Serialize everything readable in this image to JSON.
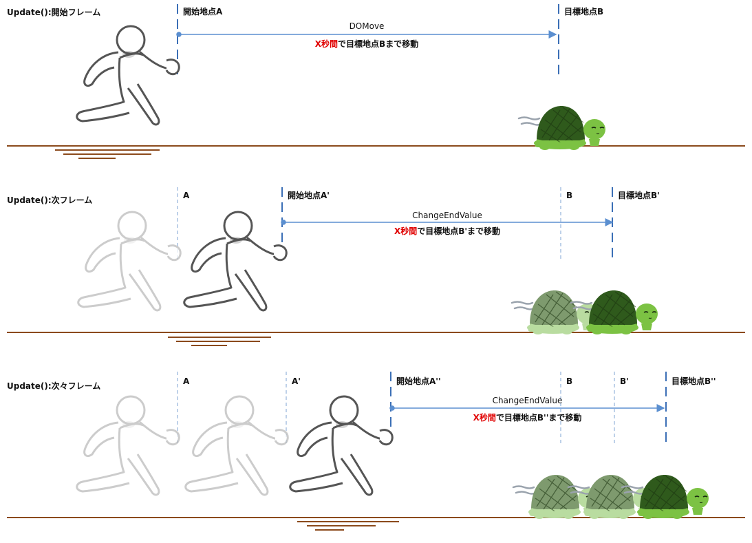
{
  "colors": {
    "ground": "#8b4a1c",
    "arrow": "#5b8fd0",
    "marker_active": "#3b6fb6",
    "marker_faded": "#a9c2e2",
    "emphasis": "#e00000",
    "runner_stroke": "#555555",
    "runner_faded": "#bcbcbc",
    "turtle_shell": "#2f5a1c",
    "turtle_body": "#7cc243",
    "turtle_shell_faded": "#7e9a6e",
    "turtle_body_faded": "#b9dca0"
  },
  "icons": [
    "running-person-icon",
    "turtle-icon",
    "motion-lines-icon"
  ],
  "frames": [
    {
      "title": "Update():開始フレーム",
      "markers": [
        {
          "label": "開始地点A",
          "style": "active"
        },
        {
          "label": "目標地点B",
          "style": "active"
        }
      ],
      "arrow_label": "DOMove",
      "sub_label": {
        "emph": "X秒間",
        "rest": "で目標地点Bまで移動"
      }
    },
    {
      "title": "Update():次フレーム",
      "markers": [
        {
          "label": "A",
          "style": "faded"
        },
        {
          "label": "開始地点A'",
          "style": "active"
        },
        {
          "label": "B",
          "style": "faded"
        },
        {
          "label": "目標地点B'",
          "style": "active"
        }
      ],
      "arrow_label": "ChangeEndValue",
      "sub_label": {
        "emph": "X秒間",
        "rest": "で目標地点B'まで移動"
      }
    },
    {
      "title": "Update():次々フレーム",
      "markers": [
        {
          "label": "A",
          "style": "faded"
        },
        {
          "label": "A'",
          "style": "faded"
        },
        {
          "label": "開始地点A''",
          "style": "active"
        },
        {
          "label": "B",
          "style": "faded"
        },
        {
          "label": "B'",
          "style": "faded"
        },
        {
          "label": "目標地点B''",
          "style": "active"
        }
      ],
      "arrow_label": "ChangeEndValue",
      "sub_label": {
        "emph": "X秒間",
        "rest": "で目標地点B''まで移動"
      }
    }
  ]
}
